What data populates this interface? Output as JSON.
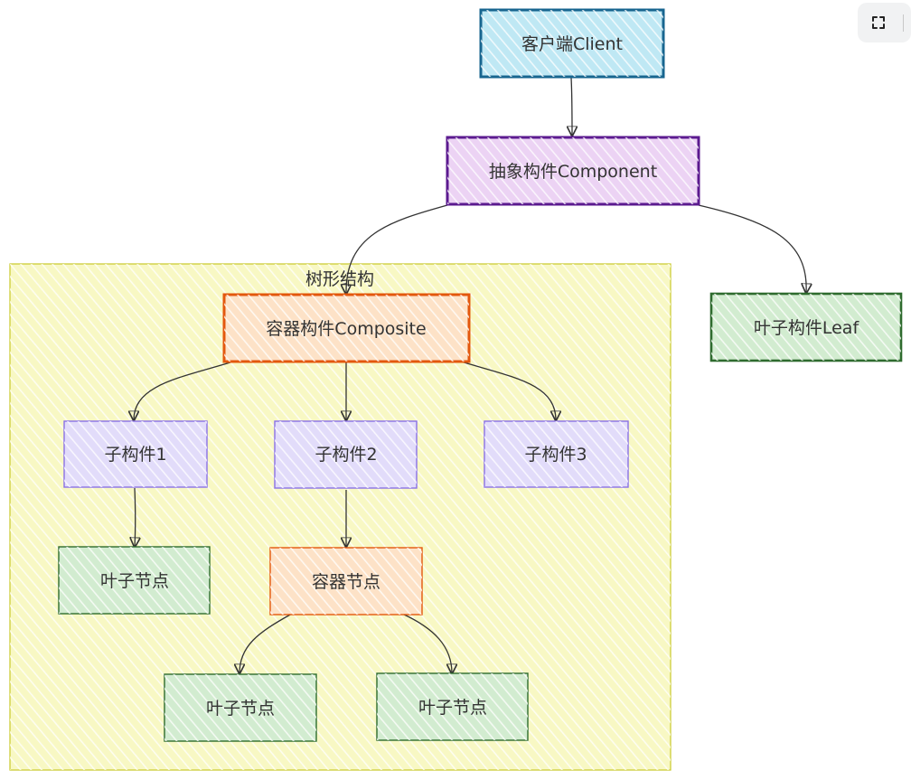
{
  "diagram": {
    "group": {
      "title": "树形结构",
      "border": "#c9c92a",
      "fill": "#f8f8c4"
    },
    "nodes": {
      "client": {
        "label": "客户端Client",
        "stroke": "#17658f",
        "fill": "#bfe8f4"
      },
      "component": {
        "label": "抽象构件Component",
        "stroke": "#5b1a8f",
        "fill": "#ecd3f4"
      },
      "composite": {
        "label": "容器构件Composite",
        "stroke": "#e3570d",
        "fill": "#fde2c7"
      },
      "leaf": {
        "label": "叶子构件Leaf",
        "stroke": "#2e6b2e",
        "fill": "#d2ecd0"
      },
      "child1": {
        "label": "子构件1",
        "stroke": "#8a71e6",
        "fill": "#e2dcfa"
      },
      "child2": {
        "label": "子构件2",
        "stroke": "#8a71e6",
        "fill": "#e2dcfa"
      },
      "child3": {
        "label": "子构件3",
        "stroke": "#8a71e6",
        "fill": "#e2dcfa"
      },
      "leafnode1": {
        "label": "叶子节点",
        "stroke": "#2e6b2e",
        "fill": "#d2ecd0"
      },
      "container": {
        "label": "容器节点",
        "stroke": "#e3570d",
        "fill": "#fde2c7"
      },
      "leafnode2": {
        "label": "叶子节点",
        "stroke": "#2e6b2e",
        "fill": "#d2ecd0"
      },
      "leafnode3": {
        "label": "叶子节点",
        "stroke": "#2e6b2e",
        "fill": "#d2ecd0"
      }
    },
    "edges": [
      {
        "from": "client",
        "to": "component"
      },
      {
        "from": "component",
        "to": "composite"
      },
      {
        "from": "component",
        "to": "leaf"
      },
      {
        "from": "composite",
        "to": "child1"
      },
      {
        "from": "composite",
        "to": "child2"
      },
      {
        "from": "composite",
        "to": "child3"
      },
      {
        "from": "child1",
        "to": "leafnode1"
      },
      {
        "from": "child2",
        "to": "container"
      },
      {
        "from": "container",
        "to": "leafnode2"
      },
      {
        "from": "container",
        "to": "leafnode3"
      }
    ]
  },
  "toolbar": {
    "fullscreen_icon": "expand-icon"
  }
}
